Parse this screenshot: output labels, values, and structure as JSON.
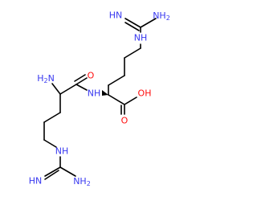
{
  "structure": {
    "atoms": {
      "top_guanidine_imine": "HN",
      "top_guanidine_amine": "NH",
      "top_guanidine_nh2": "NH",
      "top_guanidine_nh2_sub": "2",
      "carbonyl_oxygen_amide": "O",
      "amine_alpha": "H",
      "amine_alpha_sub": "2",
      "amine_alpha_n": "N",
      "amide_nh": "NH",
      "acid_oh": "OH",
      "acid_carbonyl_o": "O",
      "bottom_guanidine_amine": "NH",
      "bottom_guanidine_imine": "HN",
      "bottom_guanidine_nh2": "NH",
      "bottom_guanidine_nh2_sub": "2"
    },
    "colors": {
      "nitrogen": "#3838f0",
      "oxygen": "#ff0d0d",
      "carbon_bond": "#000000"
    }
  }
}
